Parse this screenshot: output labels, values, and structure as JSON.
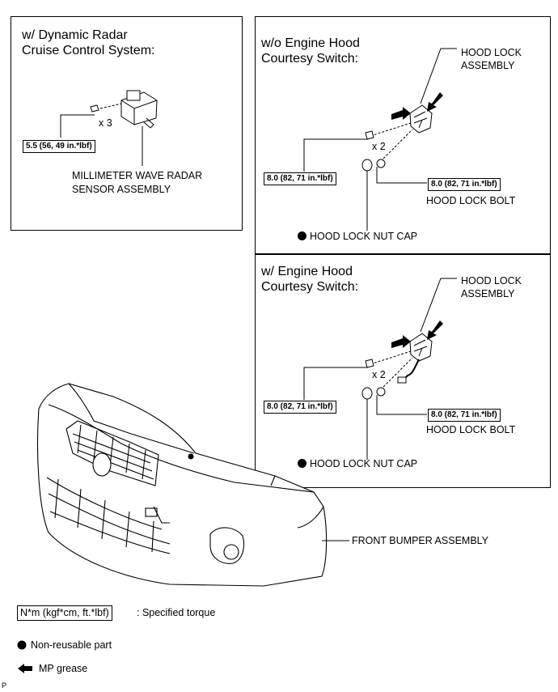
{
  "panels": {
    "radar": {
      "title_line1": "w/ Dynamic Radar",
      "title_line2": "Cruise Control System:",
      "multiplier": "x 3",
      "torque": "5.5 (56, 49 in.*lbf)",
      "part_line1": "MILLIMETER WAVE RADAR",
      "part_line2": "SENSOR ASSEMBLY"
    },
    "without_switch": {
      "title_line1": "w/o Engine Hood",
      "title_line2": "Courtesy Switch:",
      "hood_lock_line1": "HOOD LOCK",
      "hood_lock_line2": "ASSEMBLY",
      "multiplier": "x 2",
      "torque_left": "8.0 (82, 71 in.*lbf)",
      "torque_right": "8.0 (82, 71 in.*lbf)",
      "bolt_label": "HOOD LOCK BOLT",
      "nut_cap_label": "HOOD LOCK NUT CAP"
    },
    "with_switch": {
      "title_line1": "w/ Engine Hood",
      "title_line2": "Courtesy Switch:",
      "hood_lock_line1": "HOOD LOCK",
      "hood_lock_line2": "ASSEMBLY",
      "multiplier": "x 2",
      "torque_left": "8.0 (82, 71 in.*lbf)",
      "torque_right": "8.0 (82, 71 in.*lbf)",
      "bolt_label": "HOOD LOCK BOLT",
      "nut_cap_label": "HOOD LOCK NUT CAP"
    }
  },
  "bumper_label": "FRONT BUMPER ASSEMBLY",
  "legend": {
    "torque_unit": "N*m (kgf*cm, ft.*lbf)",
    "torque_text": ": Specified torque",
    "nonreusable_text": "Non-reusable part",
    "grease_text": "MP grease"
  },
  "corner_mark": "P"
}
